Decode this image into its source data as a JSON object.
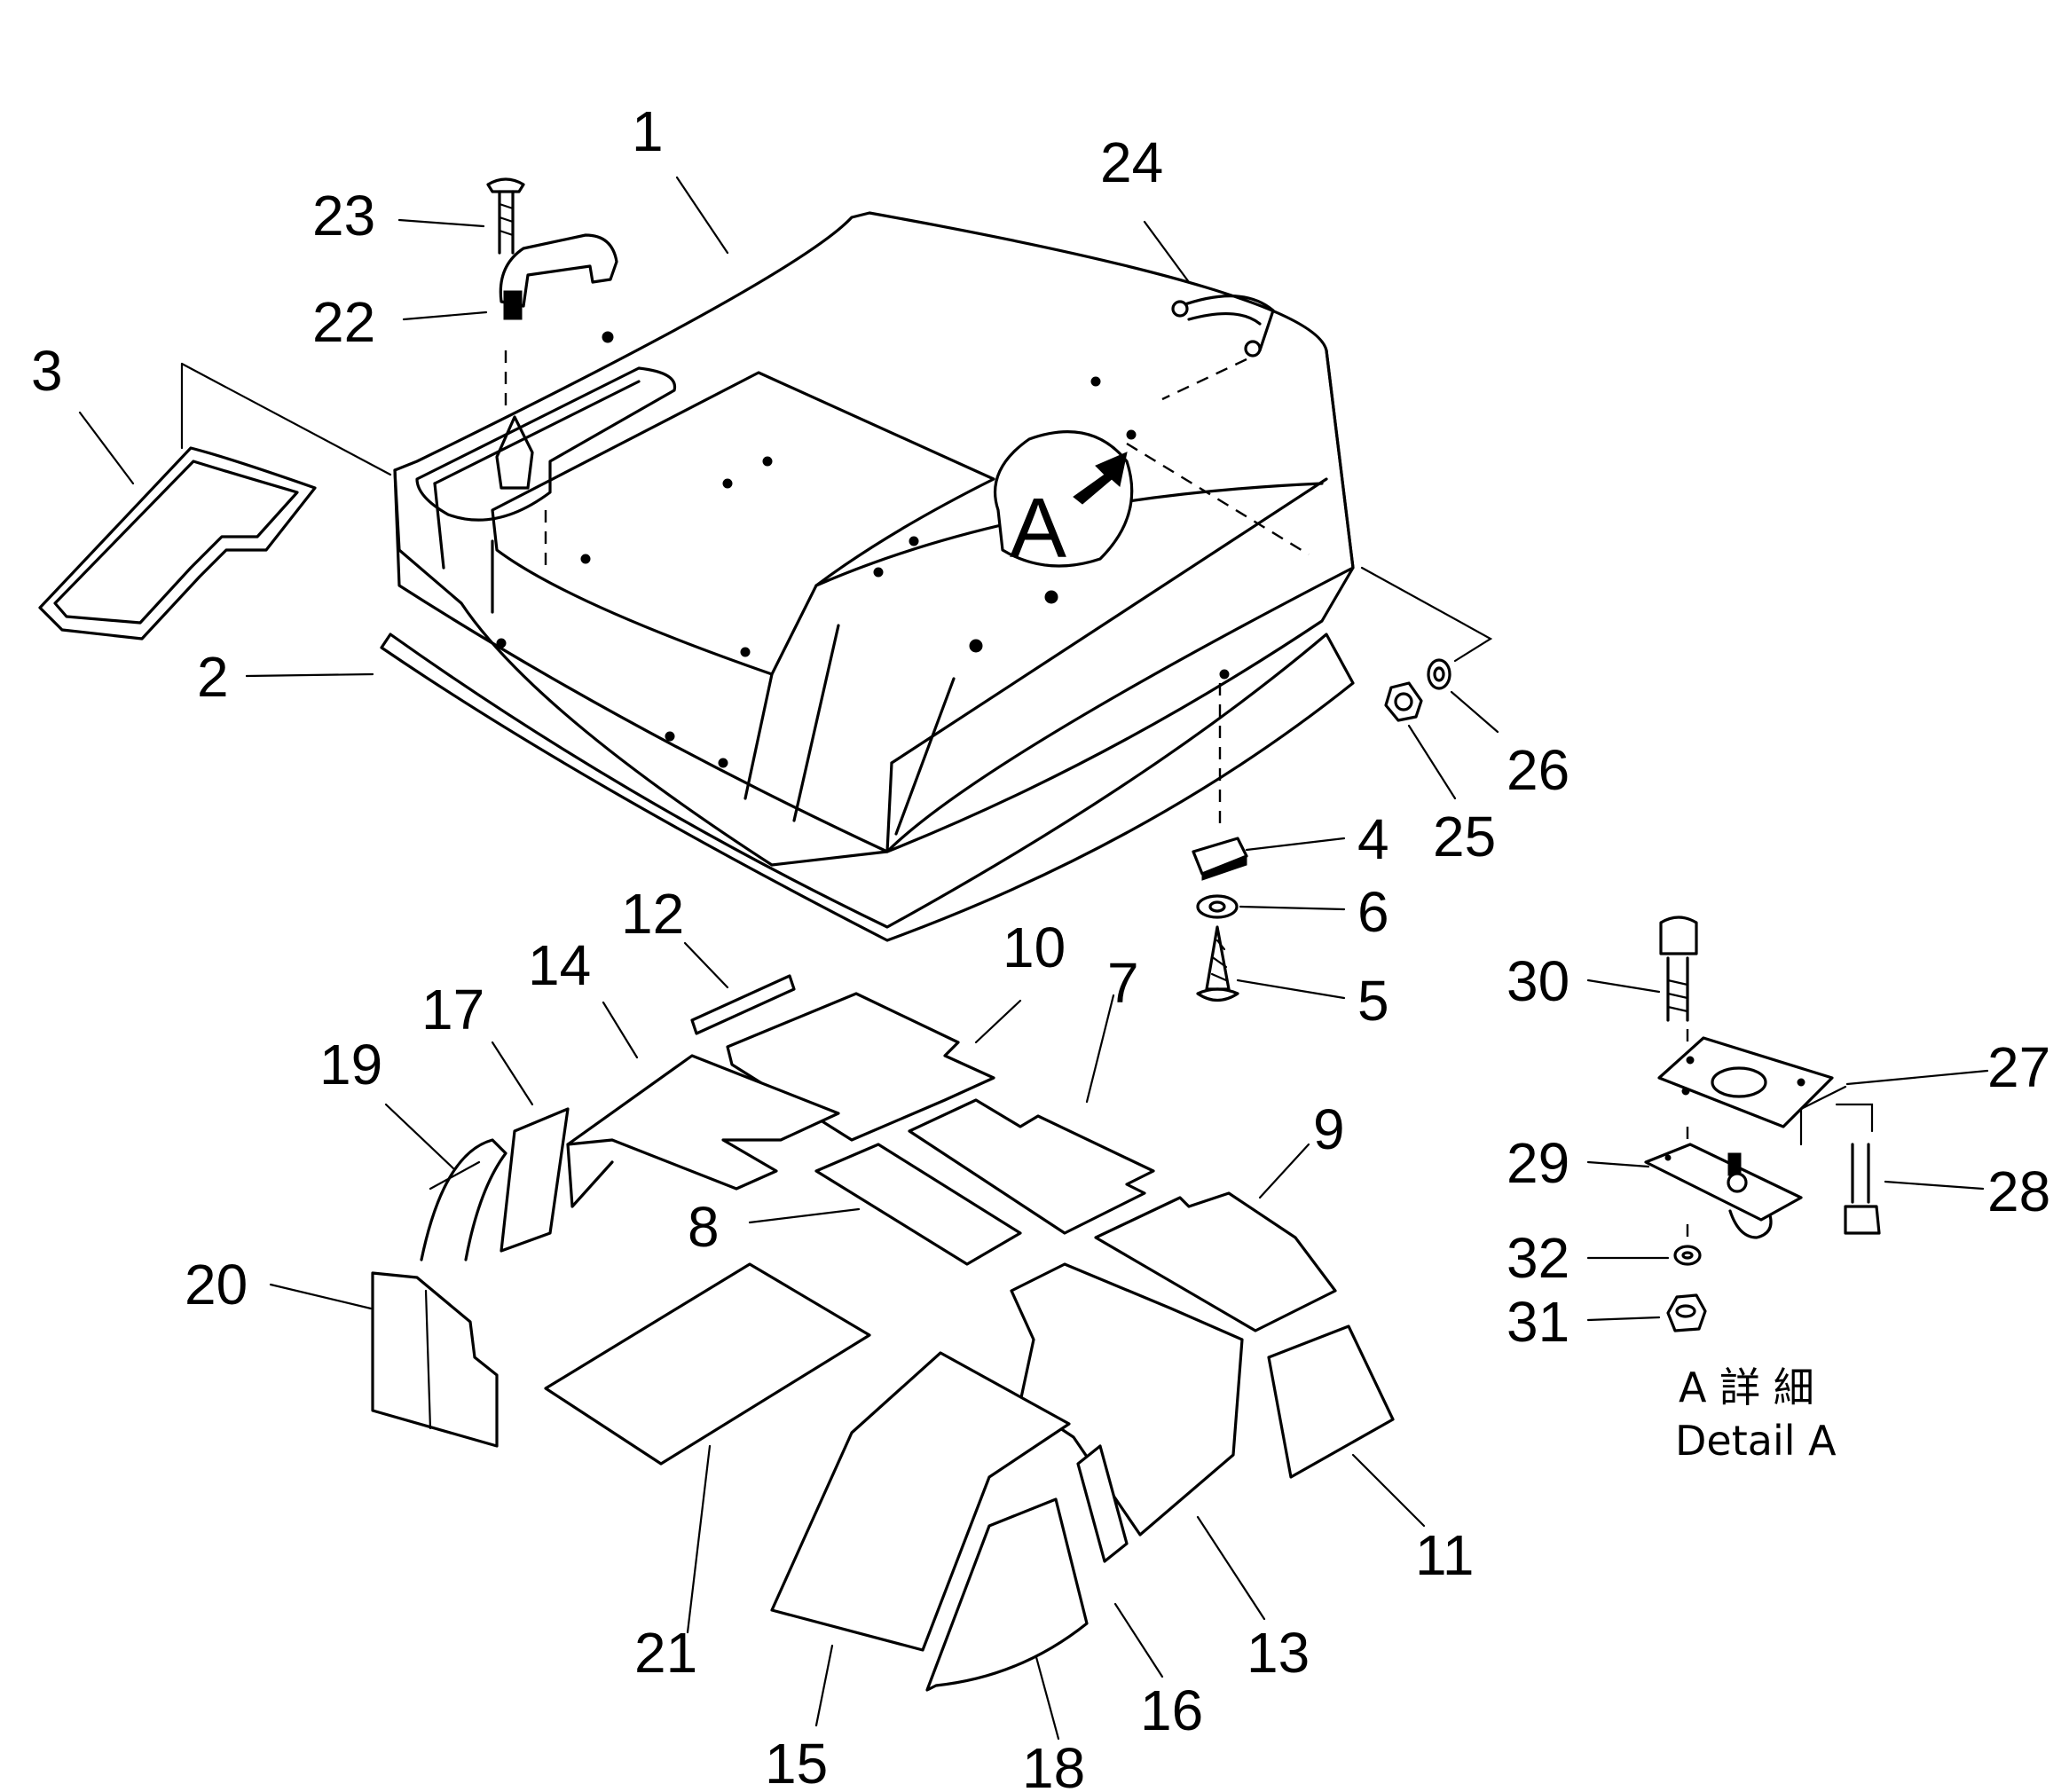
{
  "labels": {
    "p1": "1",
    "p2": "2",
    "p3": "3",
    "p4": "4",
    "p5": "5",
    "p6": "6",
    "p7": "7",
    "p8": "8",
    "p9": "9",
    "p10": "10",
    "p11": "11",
    "p12": "12",
    "p13": "13",
    "p14": "14",
    "p15": "15",
    "p16": "16",
    "p17": "17",
    "p18": "18",
    "p19": "19",
    "p20": "20",
    "p21": "21",
    "p22": "22",
    "p23": "23",
    "p24": "24",
    "p25": "25",
    "p26": "26",
    "p27": "27",
    "p28": "28",
    "p29": "29",
    "p30": "30",
    "p31": "31",
    "p32": "32"
  },
  "callout": "A",
  "detail": {
    "jp_label": "A 詳 細",
    "en_label": "Detail A"
  }
}
